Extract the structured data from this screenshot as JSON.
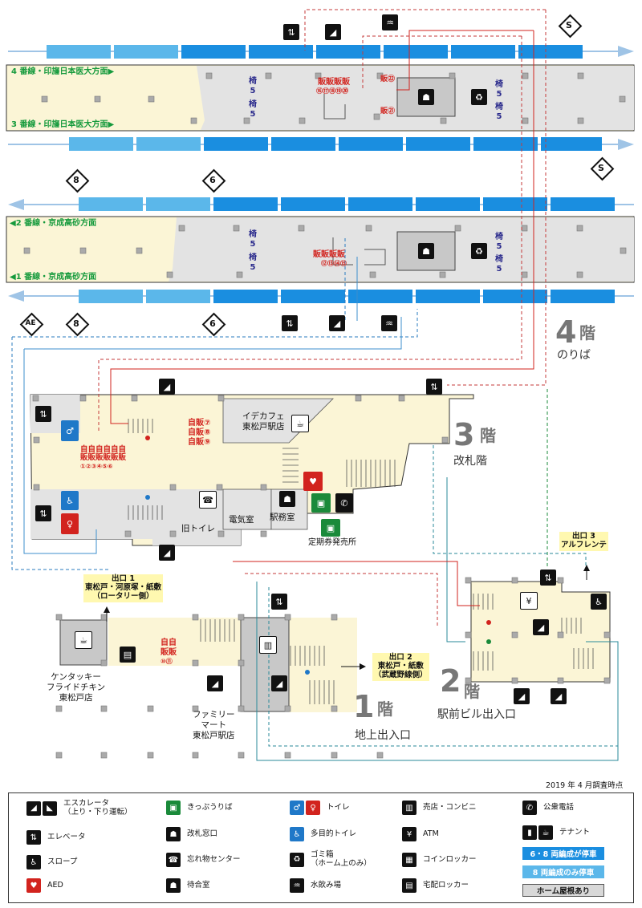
{
  "platform_map": {
    "platform4": "4 番線・印旛日本医大方面▶",
    "platform3": "3 番線・印旛日本医大方面▶",
    "platform2": "◀2 番線・京成高砂方面",
    "platform1": "◀1 番線・京成高砂方面",
    "bench": "椅",
    "vending_upper": "販販販販",
    "vending_upper_nums": "⑯⑰⑱⑲⑳",
    "vending_22": "販㉒",
    "vending_21": "販㉑",
    "vending_lower": "販販販販",
    "vending_lower_nums": "⑫⑬⑭⑮",
    "markers": {
      "s": "S",
      "m8": "8",
      "m6": "6",
      "ae": "AE"
    }
  },
  "floors": {
    "f4": {
      "num": "4",
      "kai": "階",
      "name": "のりば"
    },
    "f3": {
      "num": "3",
      "kai": "階",
      "name": "改札階"
    },
    "f2": {
      "num": "2",
      "kai": "階",
      "name": "駅前ビル出入口"
    },
    "f1": {
      "num": "1",
      "kai": "階",
      "name": "地上出入口"
    }
  },
  "concourse": {
    "cafe_line1": "イデカフェ",
    "cafe_line2": "東松戸駅店",
    "vending_a1": "自販⑦",
    "vending_a2": "自販⑧",
    "vending_a3": "自販⑨",
    "vending_b1": "自自自自自自",
    "vending_b2": "販販販販販販",
    "vending_b3": "①②③④⑤⑥",
    "electric_room": "電気室",
    "station_office": "駅務室",
    "old_toilet": "旧トイレ",
    "pass_office": "定期券発売所"
  },
  "ground": {
    "exit1_title": "出口 1",
    "exit1_line1": "東松戸・河原塚・紙敷",
    "exit1_line2": "（ロータリー側）",
    "exit2_title": "出口 2",
    "exit2_line1": "東松戸・紙敷",
    "exit2_line2": "（武蔵野線側）",
    "vending1": "自自",
    "vending2": "販販",
    "vending3": "⑩⑪",
    "kfc1": "ケンタッキー",
    "kfc2": "フライドチキン",
    "kfc3": "東松戸店",
    "fm1": "ファミリー",
    "fm2": "マート",
    "fm3": "東松戸駅店"
  },
  "building": {
    "exit3_title": "出口 3",
    "exit3_line1": "アルフレンテ"
  },
  "survey_date": "2019 年 4 月調査時点",
  "legend": {
    "escalator_1": "エスカレータ",
    "escalator_2": "（上り・下り運転）",
    "elevator": "エレベータ",
    "slope": "スロープ",
    "aed": "AED",
    "ticket_office": "きっぷうりば",
    "gate_window": "改札窓口",
    "lost_found": "忘れ物センター",
    "waiting_room": "待合室",
    "toilet": "トイレ",
    "multi_toilet": "多目的トイレ",
    "trash_1": "ゴミ箱",
    "trash_2": "（ホーム上のみ）",
    "water": "水飲み場",
    "store": "売店・コンビニ",
    "atm": "ATM",
    "coin_locker": "コインロッカー",
    "delivery_locker": "宅配ロッカー",
    "phone": "公衆電話",
    "tenant": "テナント",
    "cars_6_8": "6・8 両編成が停車",
    "cars_8_only": "8 両編成のみ停車",
    "roof": "ホーム屋根あり"
  },
  "colors": {
    "platform_fill": "#fbf5d6",
    "cars_6_8": "#1a8ee0",
    "cars_8_only": "#5bb7ea",
    "platform_label": "#159a3c",
    "bench_label": "#2a2a8c",
    "vending_label": "#d2231e",
    "route_red": "#d2231e",
    "route_blue": "#2a7bbf"
  }
}
